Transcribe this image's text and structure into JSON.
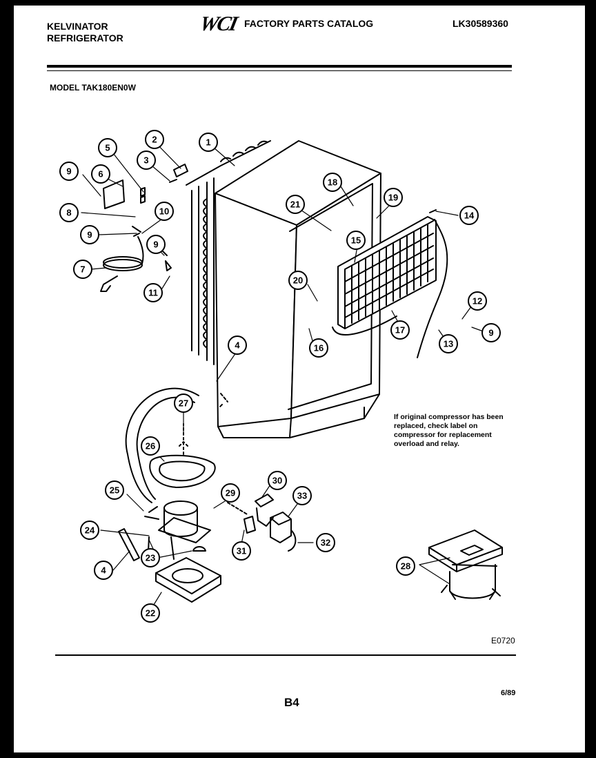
{
  "header": {
    "brand_line1": "KELVINATOR",
    "brand_line2": "REFRIGERATOR",
    "logo": "WCI",
    "catalog_title": "FACTORY PARTS CATALOG",
    "catalog_number": "LK30589360"
  },
  "model": "MODEL TAK180EN0W",
  "note": "If original compressor has been replaced, check label on compressor for replacement overload and relay.",
  "diagram_code": "E0720",
  "page_number": "B4",
  "date": "6/89",
  "callouts": [
    "1",
    "2",
    "3",
    "4",
    "5",
    "6",
    "7",
    "8",
    "9",
    "10",
    "11",
    "12",
    "13",
    "14",
    "15",
    "16",
    "17",
    "18",
    "19",
    "20",
    "21",
    "22",
    "23",
    "24",
    "25",
    "26",
    "27",
    "28",
    "29",
    "30",
    "31",
    "32",
    "33"
  ]
}
